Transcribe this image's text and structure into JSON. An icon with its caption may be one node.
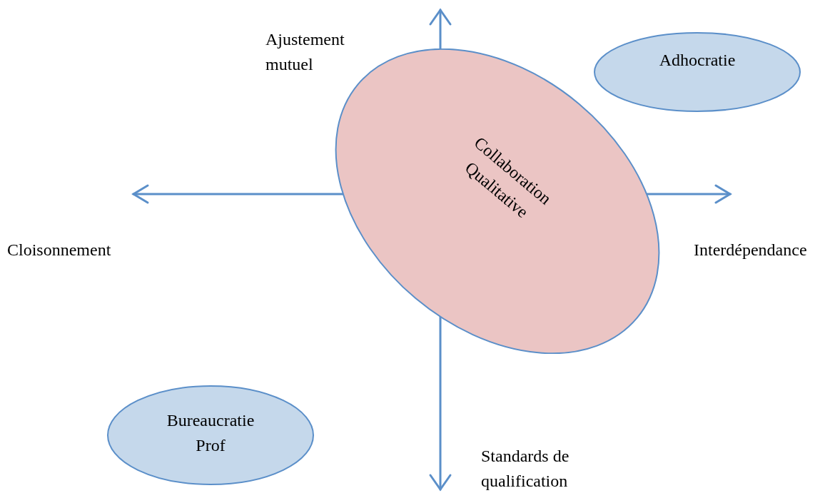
{
  "diagram": {
    "nodes": [
      {
        "text": [
          "Adhocratie"
        ]
      },
      {
        "text": [
          "Collaboration Qualitative"
        ]
      },
      {
        "text": [
          "Bureaucratie Prof"
        ]
      }
    ],
    "edges": [],
    "labels": [
      "Ajustement mutuel",
      "Cloisonnement",
      "Interdépendance",
      "Standards de qualification"
    ]
  }
}
